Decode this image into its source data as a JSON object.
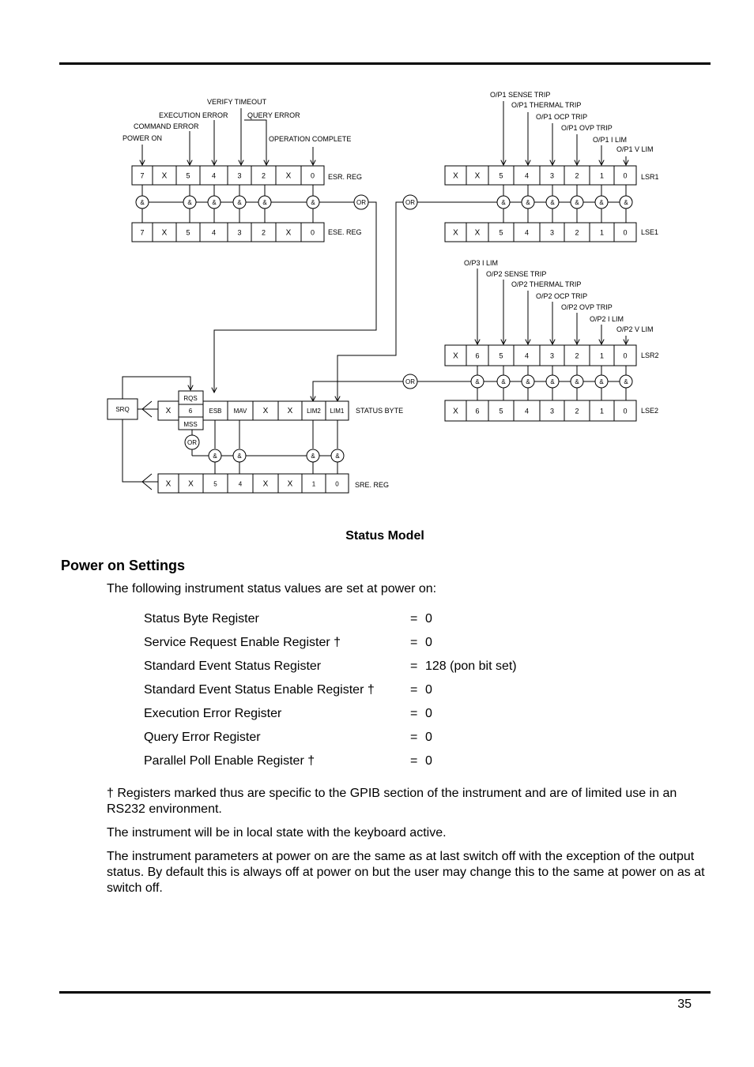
{
  "diagram": {
    "caption": "Status Model",
    "esr": {
      "inputs": [
        "POWER ON",
        "COMMAND ERROR",
        "EXECUTION ERROR",
        "VERIFY TIMEOUT",
        "QUERY ERROR",
        "OPERATION COMPLETE"
      ],
      "bits": [
        "7",
        "X",
        "5",
        "4",
        "3",
        "2",
        "X",
        "0"
      ],
      "reg_label": "ESR. REG",
      "enable_bits": [
        "7",
        "X",
        "5",
        "4",
        "3",
        "2",
        "X",
        "0"
      ],
      "enable_label": "ESE. REG"
    },
    "lsr1": {
      "inputs": [
        "O/P1 SENSE TRIP",
        "O/P1 THERMAL TRIP",
        "O/P1 OCP TRIP",
        "O/P1 OVP TRIP",
        "O/P1 I LIM",
        "O/P1 V LIM"
      ],
      "bits": [
        "X",
        "X",
        "5",
        "4",
        "3",
        "2",
        "1",
        "0"
      ],
      "reg_label": "LSR1",
      "enable_bits": [
        "X",
        "X",
        "5",
        "4",
        "3",
        "2",
        "1",
        "0"
      ],
      "enable_label": "LSE1"
    },
    "lsr2": {
      "inputs": [
        "O/P3 I LIM",
        "O/P2 SENSE TRIP",
        "O/P2 THERMAL TRIP",
        "O/P2 OCP TRIP",
        "O/P2 OVP TRIP",
        "O/P2 I LIM",
        "O/P2 V LIM"
      ],
      "bits": [
        "X",
        "6",
        "5",
        "4",
        "3",
        "2",
        "1",
        "0"
      ],
      "reg_label": "LSR2",
      "enable_bits": [
        "X",
        "6",
        "5",
        "4",
        "3",
        "2",
        "1",
        "0"
      ],
      "enable_label": "LSE2"
    },
    "status_byte": {
      "bits": [
        "X",
        "6",
        "ESB",
        "MAV",
        "X",
        "X",
        "LIM2",
        "LIM1"
      ],
      "rqs": "RQS",
      "mss": "MSS",
      "label": "STATUS BYTE",
      "srq": "SRQ"
    },
    "sre": {
      "bits": [
        "X",
        "X",
        "5",
        "4",
        "X",
        "X",
        "1",
        "0"
      ],
      "label": "SRE. REG"
    },
    "and_symbol": "&",
    "or_symbol": "OR"
  },
  "section": {
    "heading": "Power on Settings",
    "intro": "The following instrument status values are set at power on:",
    "settings": [
      {
        "label": "Status Byte Register",
        "eq": "=",
        "value": "0"
      },
      {
        "label": "Service Request Enable Register †",
        "eq": "=",
        "value": "0"
      },
      {
        "label": "Standard Event Status Register",
        "eq": "=",
        "value": "128 (pon bit set)"
      },
      {
        "label": "Standard Event Status Enable Register †",
        "eq": "=",
        "value": "0"
      },
      {
        "label": "Execution Error Register",
        "eq": "=",
        "value": "0"
      },
      {
        "label": "Query Error Register",
        "eq": "=",
        "value": "0"
      },
      {
        "label": "Parallel Poll Enable Register †",
        "eq": "=",
        "value": "0"
      }
    ],
    "note": "† Registers marked thus are specific to the GPIB section of the instrument and are of limited use in an RS232 environment.",
    "para1": "The instrument will be in local state with the keyboard active.",
    "para2": "The instrument parameters at power on are the same as at last switch off with the exception of the output status.  By default this is always off at power on but the user may change this to the same at power on as at switch off."
  },
  "page_number": "35"
}
